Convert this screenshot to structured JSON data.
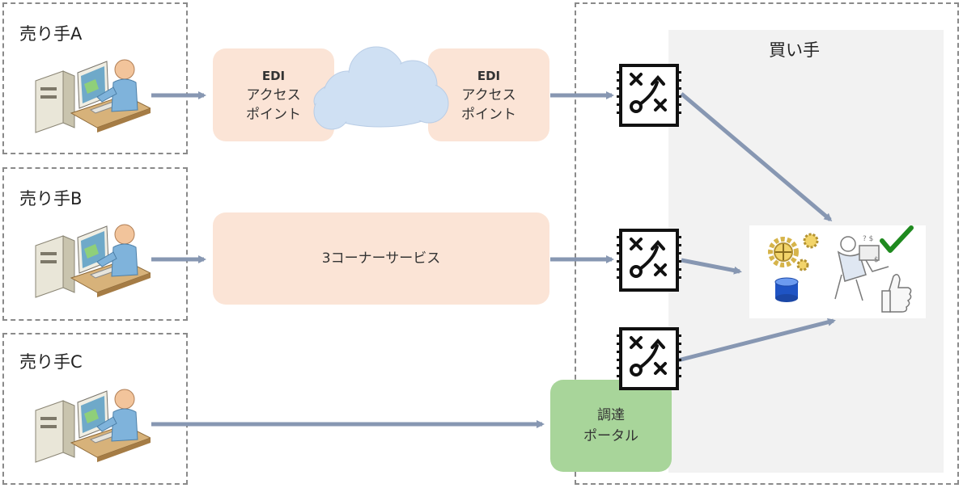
{
  "sellers": [
    {
      "label": "売り手A"
    },
    {
      "label": "売り手B"
    },
    {
      "label": "売り手C"
    }
  ],
  "edi_left": {
    "line1": "EDI",
    "line2": "アクセス",
    "line3": "ポイント"
  },
  "edi_right": {
    "line1": "EDI",
    "line2": "アクセス",
    "line3": "ポイント"
  },
  "three_corner": {
    "label": "3コーナーサービス"
  },
  "portal": {
    "line1": "調達",
    "line2": "ポータル"
  },
  "buyer": {
    "label": "買い手"
  },
  "colors": {
    "arrow": "#8797b2",
    "peach": "#fbe4d6",
    "green": "#a8d59a",
    "cloud": "#cfe0f3",
    "panel": "#f2f2f2"
  },
  "icons": [
    "computer-user-icon",
    "cloud-icon",
    "strategy-diagram-icon",
    "gear-icon",
    "database-icon",
    "checkmark-icon",
    "thumbs-up-icon"
  ]
}
